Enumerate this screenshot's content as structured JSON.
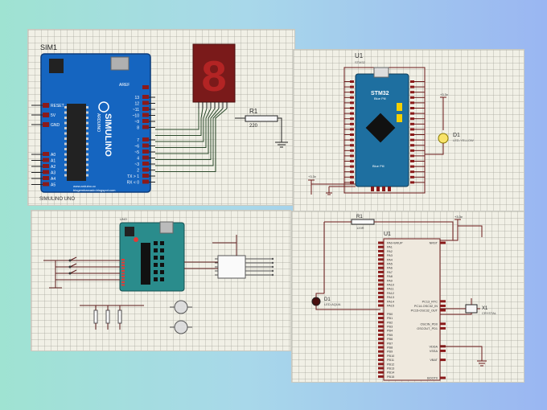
{
  "panel1": {
    "sim_label": "SIM1",
    "board_name": "SIMULINO UNO",
    "board_brand": "SIMULINO",
    "board_subbrand": "ARDUINO",
    "board_power_pins": [
      "RESET",
      "5V",
      "GND"
    ],
    "board_analog_pins": [
      "A0",
      "A1",
      "A2",
      "A3",
      "A4",
      "A5"
    ],
    "board_aref": "AREF",
    "board_digital_pins": [
      "13",
      "12",
      "~11",
      "~10",
      "~9",
      "8",
      "7",
      "~6",
      "~5",
      "4",
      "~3",
      "2",
      "TX > 1",
      "RX < 0"
    ],
    "board_url1": "www.arduino.cc",
    "board_url2": "blogembarcado.blogspot.com",
    "digit_value": "8",
    "resistor_name": "R1",
    "resistor_value": "220"
  },
  "panel2": {
    "chip_label": "U1",
    "chip_sub": "STM32",
    "board_title": "STM32",
    "board_subtitle": "Blue Pill",
    "board_footer": "Blue Pill",
    "vcc_label": "+3.3v",
    "vcc_left_label": "+3.3v",
    "led_name": "D1",
    "led_type": "LED-YELLOW"
  },
  "panel3": {
    "board_label": "UNO"
  },
  "panel4": {
    "resistor_name": "R1",
    "resistor_value": "120R",
    "chip_label": "U1",
    "vcc_label": "+3.3v",
    "led_name": "D1",
    "led_type": "LED-AQUA",
    "crystal_name": "X1",
    "crystal_type": "CRYSTAL",
    "left_pins": [
      "PA0-WKUP",
      "PA1",
      "PA2",
      "PA3",
      "PA4",
      "PA5",
      "PA6",
      "PA7",
      "PA8",
      "PA9",
      "PA10",
      "PA11",
      "PA12",
      "PA13",
      "PA14",
      "PA15",
      "",
      "PB0",
      "PB1",
      "PB2",
      "PB3",
      "PB4",
      "PB5",
      "PB6",
      "PB7",
      "PB8",
      "PB9",
      "PB10",
      "PB11",
      "PB12",
      "PB13",
      "PB14",
      "PB15"
    ],
    "right_pins": [
      "NRST",
      "",
      "",
      "",
      "",
      "",
      "",
      "",
      "",
      "",
      "",
      "",
      "",
      "PC13_RTC",
      "PC14-OSC32_IN",
      "PC15-OSC32_OUT",
      "",
      "",
      "OSCIN_PD0",
      "OSCOUT_PD1",
      "",
      "",
      "",
      "VDDA",
      "VSSA",
      "",
      "VBAT",
      "",
      "",
      "",
      "BOOT0"
    ]
  },
  "colors": {
    "arduino_blue": "#1565c0",
    "bluepill_blue": "#1e6fa0",
    "uno_teal": "#2a8c8c",
    "wire_red": "#8b1a1a",
    "wire_dark": "#2b4a2b",
    "segment_red": "#b71c1c"
  }
}
